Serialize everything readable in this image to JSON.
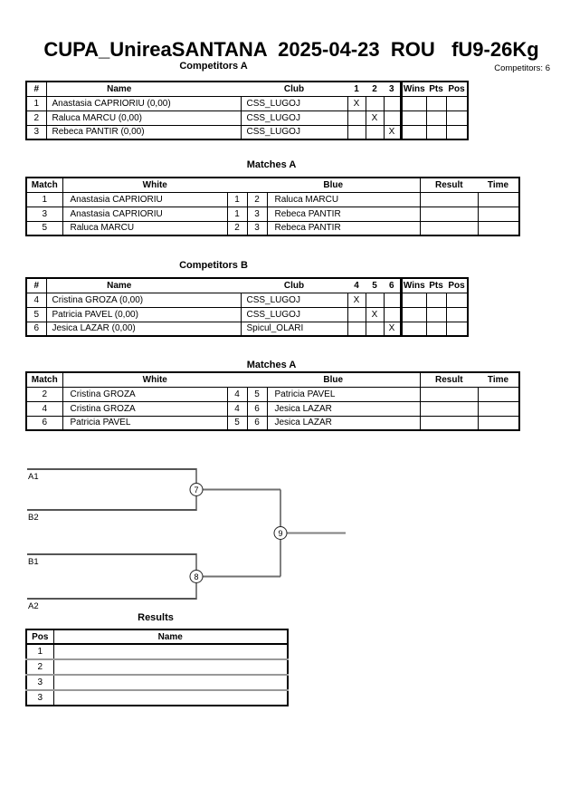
{
  "page": {
    "title": "CUPA_UnireaSANTANA  2025-04-23  ROU   fU9-26Kg",
    "competitors_count_label": "Competitors: 6"
  },
  "sections": {
    "competitors_a": {
      "heading": "Competitors A",
      "columns": {
        "num": "#",
        "name": "Name",
        "club": "Club",
        "m1": "1",
        "m2": "2",
        "m3": "3",
        "wins": "Wins",
        "pts": "Pts",
        "pos": "Pos"
      },
      "rows": [
        {
          "num": "1",
          "name": "Anastasia CAPRIORIU  (0,00)",
          "club": "CSS_LUGOJ",
          "marks": [
            "X",
            "",
            ""
          ]
        },
        {
          "num": "2",
          "name": "Raluca MARCU  (0,00)",
          "club": "CSS_LUGOJ",
          "marks": [
            "",
            "X",
            ""
          ]
        },
        {
          "num": "3",
          "name": "Rebeca PANTIR  (0,00)",
          "club": "CSS_LUGOJ",
          "marks": [
            "",
            "",
            "X"
          ]
        }
      ]
    },
    "matches_a": {
      "heading": "Matches A",
      "columns": {
        "match": "Match",
        "white": "White",
        "blue": "Blue",
        "result": "Result",
        "time": "Time"
      },
      "rows": [
        {
          "match": "1",
          "white": "Anastasia CAPRIORIU",
          "white_num": "1",
          "blue_num": "2",
          "blue": "Raluca MARCU",
          "result": "",
          "time": ""
        },
        {
          "match": "3",
          "white": "Anastasia CAPRIORIU",
          "white_num": "1",
          "blue_num": "3",
          "blue": "Rebeca PANTIR",
          "result": "",
          "time": ""
        },
        {
          "match": "5",
          "white": "Raluca MARCU",
          "white_num": "2",
          "blue_num": "3",
          "blue": "Rebeca PANTIR",
          "result": "",
          "time": ""
        }
      ]
    },
    "competitors_b": {
      "heading": "Competitors B",
      "columns": {
        "num": "#",
        "name": "Name",
        "club": "Club",
        "m1": "4",
        "m2": "5",
        "m3": "6",
        "wins": "Wins",
        "pts": "Pts",
        "pos": "Pos"
      },
      "rows": [
        {
          "num": "4",
          "name": "Cristina GROZA  (0,00)",
          "club": "CSS_LUGOJ",
          "marks": [
            "X",
            "",
            ""
          ]
        },
        {
          "num": "5",
          "name": "Patricia PAVEL  (0,00)",
          "club": "CSS_LUGOJ",
          "marks": [
            "",
            "X",
            ""
          ]
        },
        {
          "num": "6",
          "name": "Jesica LAZAR  (0,00)",
          "club": "Spicul_OLARI",
          "marks": [
            "",
            "",
            "X"
          ]
        }
      ]
    },
    "matches_b": {
      "heading": "Matches A",
      "columns": {
        "match": "Match",
        "white": "White",
        "blue": "Blue",
        "result": "Result",
        "time": "Time"
      },
      "rows": [
        {
          "match": "2",
          "white": "Cristina GROZA",
          "white_num": "4",
          "blue_num": "5",
          "blue": "Patricia PAVEL",
          "result": "",
          "time": ""
        },
        {
          "match": "4",
          "white": "Cristina GROZA",
          "white_num": "4",
          "blue_num": "6",
          "blue": "Jesica LAZAR",
          "result": "",
          "time": ""
        },
        {
          "match": "6",
          "white": "Patricia PAVEL",
          "white_num": "5",
          "blue_num": "6",
          "blue": "Jesica LAZAR",
          "result": "",
          "time": ""
        }
      ]
    },
    "bracket": {
      "slots": [
        "A1",
        "B2",
        "B1",
        "A2"
      ],
      "nodes": [
        "7",
        "8",
        "9"
      ]
    },
    "results": {
      "heading": "Results",
      "columns": {
        "pos": "Pos",
        "name": "Name"
      },
      "rows": [
        {
          "pos": "1",
          "name": ""
        },
        {
          "pos": "2",
          "name": ""
        },
        {
          "pos": "3",
          "name": ""
        },
        {
          "pos": "3",
          "name": ""
        }
      ]
    }
  }
}
